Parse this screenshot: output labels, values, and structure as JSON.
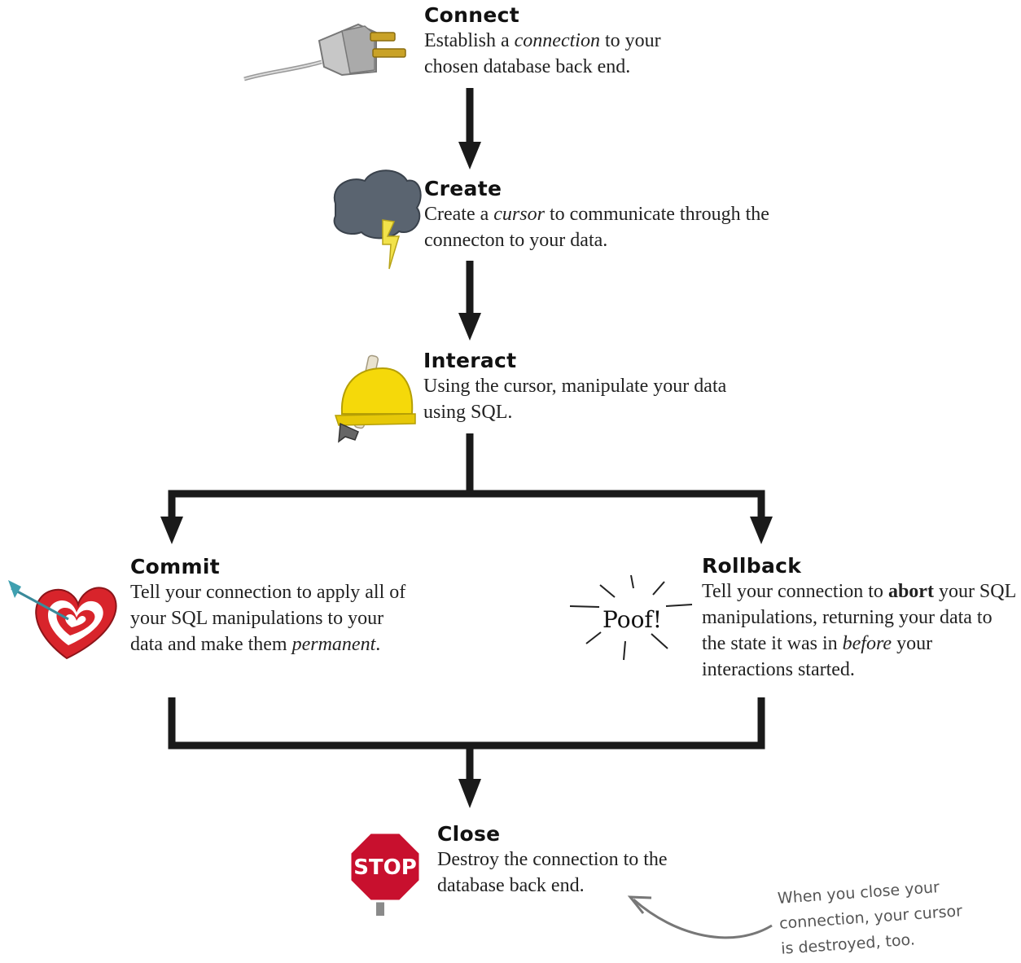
{
  "steps": {
    "connect": {
      "title": "Connect",
      "desc_pre": "Establish a ",
      "desc_em": "connection",
      "desc_post": " to your chosen database back end."
    },
    "create": {
      "title": "Create",
      "desc_pre": "Create a ",
      "desc_em": "cursor",
      "desc_post": " to communicate through the connecton to your data."
    },
    "interact": {
      "title": "Interact",
      "desc": "Using the cursor, manipulate your data using SQL."
    },
    "commit": {
      "title": "Commit",
      "desc_pre": "Tell your connection to apply all of your SQL manipulations to your data and make them ",
      "desc_em": "permanent",
      "desc_post": "."
    },
    "rollback": {
      "title": "Rollback",
      "desc_pre": "Tell your connection to ",
      "desc_bold": "abort",
      "desc_mid": " your SQL manipulations, returning your data to the state it was in ",
      "desc_em": "before",
      "desc_post": " your interactions started."
    },
    "close": {
      "title": "Close",
      "desc": "Destroy the connection to the database back end."
    }
  },
  "icons": {
    "connect": "plug-icon",
    "create": "storm-cloud-icon",
    "interact": "hardhat-hammer-icon",
    "commit": "heart-target-icon",
    "rollback": "poof-icon",
    "close": "stop-sign-icon"
  },
  "poof_text": "Poof!",
  "stop_text": "STOP",
  "annotation": {
    "line1": "When you close your",
    "line2": "connection, your cursor",
    "line3": "is destroyed, too."
  },
  "colors": {
    "arrow": "#1a1a1a",
    "annotation": "#666666",
    "stop_red": "#c8102e",
    "hardhat_yellow": "#f5d90a",
    "heart_red": "#d8242b",
    "cloud": "#5a6470",
    "lightning": "#f2e24a",
    "plug_prongs": "#c9a227"
  }
}
